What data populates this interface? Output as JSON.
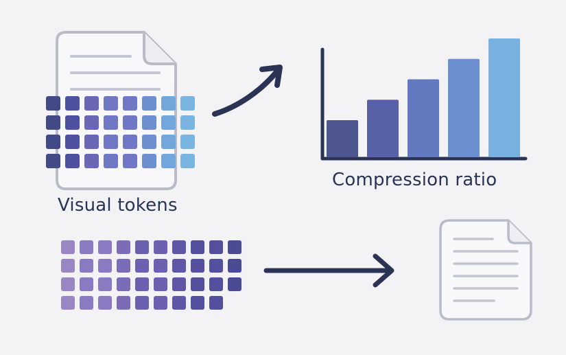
{
  "labels": {
    "visual_tokens": "Visual tokens",
    "compression_ratio": "Compression ratio"
  },
  "icons": {
    "top_document": "document-icon",
    "output_document": "document-icon",
    "curved_arrow": "curved-arrow-icon",
    "straight_arrow": "arrow-right-icon"
  },
  "colors": {
    "background": "#f3f3f6",
    "ink": "#2a3353",
    "doc_outline": "#b9bcc6",
    "doc_fill": "#f8f8fa",
    "text_line": "#c3c6d0",
    "token_gradient_top": [
      "#424a86",
      "#4d51a0",
      "#6a67b4",
      "#7078c6",
      "#6d8fd0",
      "#73a6db",
      "#79b5e0"
    ],
    "token_gradient_bottom": [
      "#9a86c2",
      "#8a7ac2",
      "#7b6cb8",
      "#6c60b0",
      "#5f56a6",
      "#54509e",
      "#4b4b94"
    ]
  },
  "chart_data": {
    "type": "bar",
    "values": [
      1,
      2,
      3,
      4,
      5
    ],
    "colors": [
      "#4e5690",
      "#5861a8",
      "#6379bf",
      "#6b8fd0",
      "#78b1df"
    ],
    "xlabel": "Compression ratio",
    "ylabel": "",
    "grid": false
  }
}
